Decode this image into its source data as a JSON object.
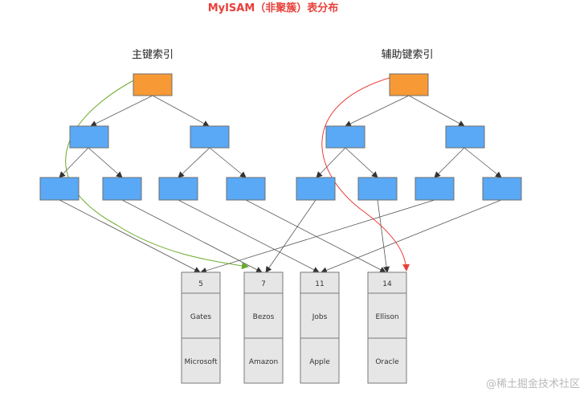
{
  "title": "MyISAM（非聚簇）表分布",
  "primary_index_label": "主键索引",
  "secondary_index_label": "辅助键索引",
  "records": [
    {
      "id": "5",
      "name": "Gates",
      "company": "Microsoft"
    },
    {
      "id": "7",
      "name": "Bezos",
      "company": "Amazon"
    },
    {
      "id": "11",
      "name": "Jobs",
      "company": "Apple"
    },
    {
      "id": "14",
      "name": "Ellison",
      "company": "Oracle"
    }
  ],
  "colors": {
    "root_node": "#f79a35",
    "inner_node": "#5aa9f6",
    "highlight_primary": "#6aaa2a",
    "highlight_secondary": "#e8403a"
  },
  "watermark": "@稀土掘金技术社区"
}
